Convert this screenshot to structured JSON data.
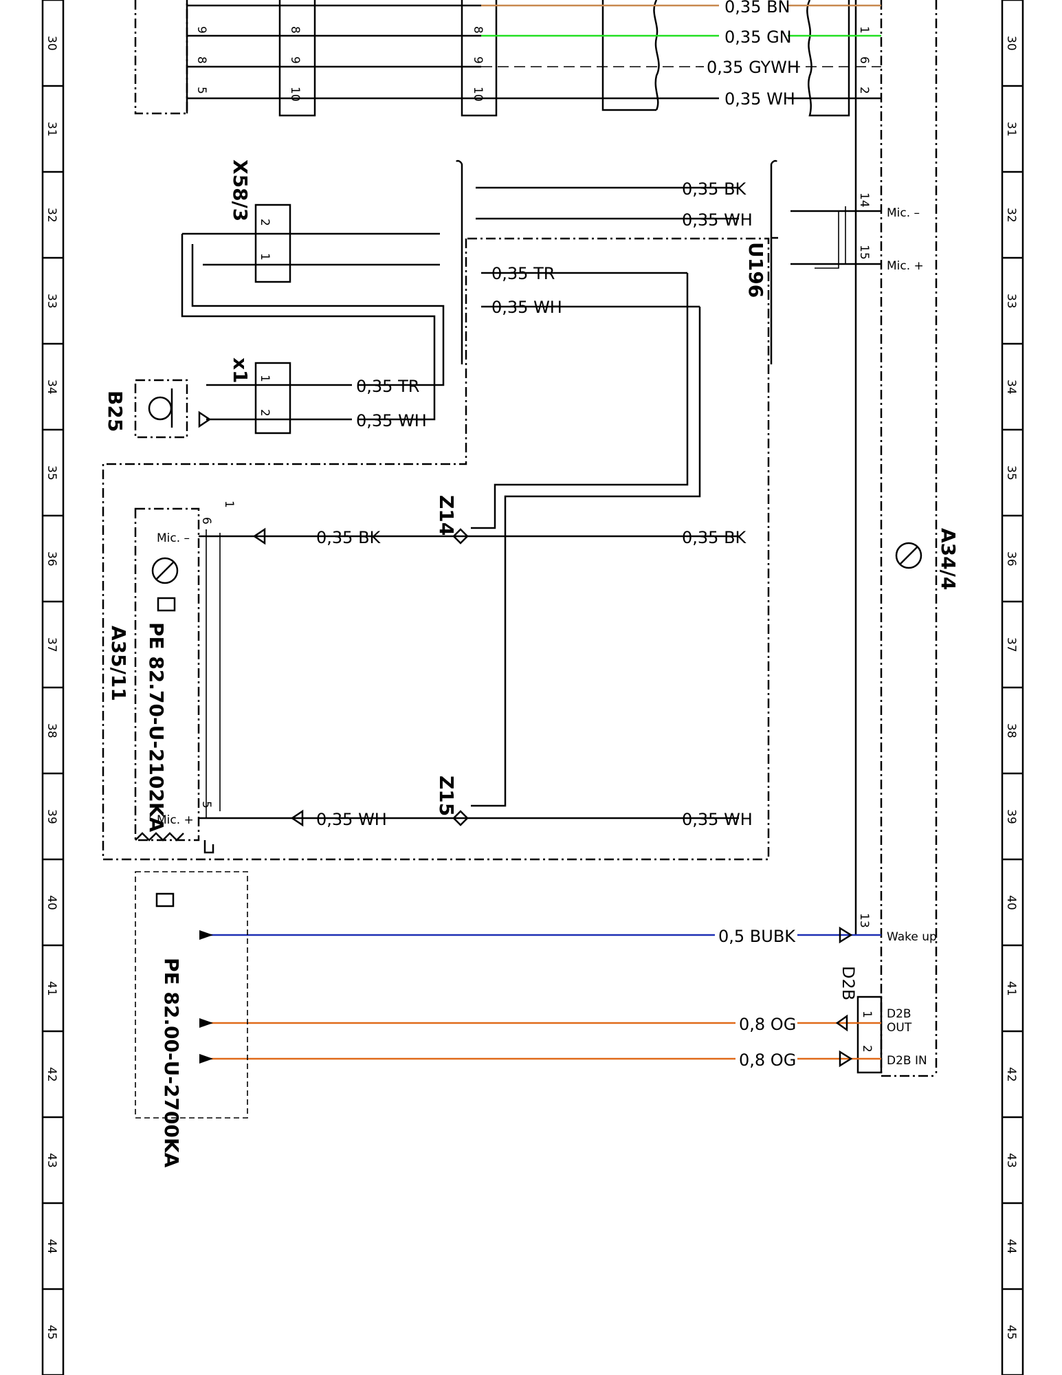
{
  "colors": {
    "wire": "#000000",
    "bn": "#c8884e",
    "gn": "#22e022",
    "bubk": "#1d2fb4",
    "og": "#e06a1a"
  },
  "rows": [
    "30",
    "31",
    "32",
    "33",
    "34",
    "35",
    "36",
    "37",
    "38",
    "39",
    "40",
    "41",
    "42",
    "43",
    "44",
    "45"
  ],
  "components": {
    "x58_3": "X58/3",
    "u196": "U196",
    "x1": "x1",
    "b25": "B25",
    "z14": "Z14",
    "z15": "Z15",
    "a34_4": "A34/4",
    "a35_11": "A35/11",
    "d2b": "D2B"
  },
  "references": {
    "pe_2102": "PE 82.70-U-2102KA",
    "pe_2700": "PE 82.00-U-2700KA"
  },
  "wires": {
    "bn_top": "0,35 BN",
    "gn": "0,35 GN",
    "gywh": "0,35 GYWH",
    "wh_top": "0,35 WH",
    "bk_r1": "0,35 BK",
    "wh_r1": "0,35 WH",
    "tr_u196": "0,35 TR",
    "wh_u196": "0,35 WH",
    "tr_x1": "0,35 TR",
    "wh_x1": "0,35 WH",
    "bk_mic_l": "0,35 BK",
    "bk_mic_r": "0,35 BK",
    "wh_mic_l": "0,35 WH",
    "wh_mic_r": "0,35 WH",
    "bubk": "0,5 BUBK",
    "og1": "0,8 OG",
    "og2": "0,8 OG"
  },
  "pins": {
    "mic_minus": "Mic. –",
    "mic_plus": "Mic. +",
    "a35_mic_minus": "Mic. –",
    "a35_mic_plus": "Mic. +",
    "wake_up": "Wake up",
    "d2b_out_1": "D2B",
    "d2b_out_2": "OUT",
    "d2b_in": "D2B IN",
    "p14": "14",
    "p15": "15",
    "p13": "13",
    "p1_d2b": "1",
    "p2_d2b": "2",
    "p6": "6",
    "p5": "5",
    "p1_top": "1",
    "p2_x58": "2",
    "p1_x58": "1",
    "p1_x1": "1",
    "p2_x1": "2",
    "top_a": [
      "9",
      "8",
      "5"
    ],
    "top_b": [
      "8",
      "9",
      "10"
    ],
    "top_c": [
      "8",
      "9",
      "10"
    ],
    "top_d": [
      "1",
      "6",
      "2"
    ]
  }
}
